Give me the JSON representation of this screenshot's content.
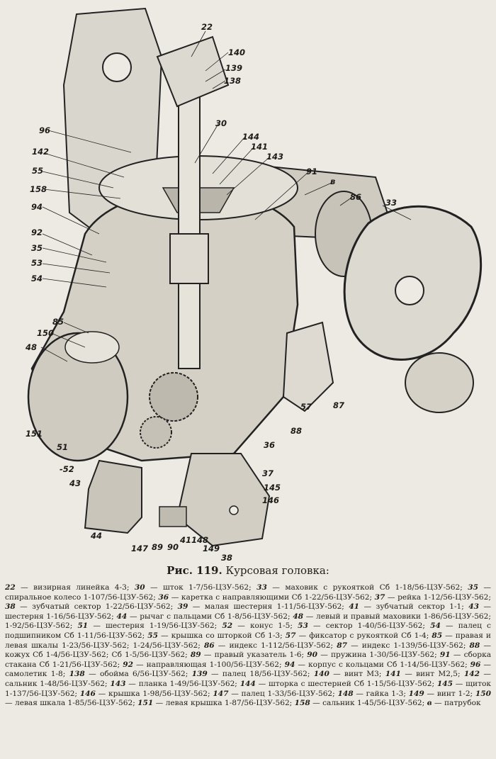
{
  "caption": {
    "number": "Рис. 119.",
    "title": "Курсовая головка:"
  },
  "callouts": [
    "22",
    "140",
    "139",
    "138",
    "96",
    "30",
    "144",
    "141",
    "143",
    "142",
    "55",
    "158",
    "91",
    "в",
    "86",
    "33",
    "94",
    "92",
    "35",
    "53",
    "54",
    "85",
    "150",
    "48",
    "151",
    "51",
    "-52",
    "43",
    "44",
    "147",
    "89",
    "90",
    "41",
    "148",
    "149",
    "38",
    "146",
    "145",
    "37",
    "36",
    "88",
    "57",
    "87"
  ],
  "legend": [
    {
      "code": "22",
      "text": "визирная линейка 4-3;"
    },
    {
      "code": "30",
      "text": "шток 1-7/56-ЦЗУ-562;"
    },
    {
      "code": "33",
      "text": "маховик с рукояткой Сб 1-18/56-ЦЗУ-562;"
    },
    {
      "code": "35",
      "text": "спиральное колесо 1-107/56-ЦЗУ-562;"
    },
    {
      "code": "36",
      "text": "каретка с направляющими Сб 1-22/56-ЦЗУ-562;"
    },
    {
      "code": "37",
      "text": "рейка 1-12/56-ЦЗУ-562;"
    },
    {
      "code": "38",
      "text": "зубчатый сектор 1-22/56-ЦЗУ-562;"
    },
    {
      "code": "39",
      "text": "малая шестерня 1-11/56-ЦЗУ-562;"
    },
    {
      "code": "41",
      "text": "зубчатый сектор 1-1;"
    },
    {
      "code": "43",
      "text": "шестерня 1-16/56-ЦЗУ-562;"
    },
    {
      "code": "44",
      "text": "рычаг с пальцами Сб 1-8/56-ЦЗУ-562;"
    },
    {
      "code": "48",
      "text": "левый и правый маховики 1-86/56-ЦЗУ-562; 1-92/56-ЦЗУ-562;"
    },
    {
      "code": "51",
      "text": "шестерня 1-19/56-ЦЗУ-562;"
    },
    {
      "code": "52",
      "text": "конус 1-5;"
    },
    {
      "code": "53",
      "text": "сектор 1-40/56-ЦЗУ-562;"
    },
    {
      "code": "54",
      "text": "палец с подшипником Сб 1-11/56-ЦЗУ-562;"
    },
    {
      "code": "55",
      "text": "крышка со шторкой Сб 1-3;"
    },
    {
      "code": "57",
      "text": "фиксатор с рукояткой Сб 1-4;"
    },
    {
      "code": "85",
      "text": "правая и левая шкалы 1-23/56-ЦЗУ-562; 1-24/56-ЦЗУ-562;"
    },
    {
      "code": "86",
      "text": "индекс 1-112/56-ЦЗУ-562;"
    },
    {
      "code": "87",
      "text": "индекс 1-139/56-ЦЗУ-562;"
    },
    {
      "code": "88",
      "text": "кожух Сб 1-4/56-ЦЗУ-562; Сб 1-5/56-ЦЗУ-562;"
    },
    {
      "code": "89",
      "text": "правый указатель 1-6;"
    },
    {
      "code": "90",
      "text": "пружина 1-30/56-ЦЗУ-562;"
    },
    {
      "code": "91",
      "text": "сборка стакана Сб 1-21/56-ЦЗУ-562;"
    },
    {
      "code": "92",
      "text": "направляющая 1-100/56-ЦЗУ-562;"
    },
    {
      "code": "94",
      "text": "корпус с кольцами Сб 1-14/56-ЦЗУ-562;"
    },
    {
      "code": "96",
      "text": "самолетик 1-8;"
    },
    {
      "code": "138",
      "text": "обойма 6/56-ЦЗУ-562;"
    },
    {
      "code": "139",
      "text": "палец 18/56-ЦЗУ-562;"
    },
    {
      "code": "140",
      "text": "винт М3;"
    },
    {
      "code": "141",
      "text": "винт М2,5;"
    },
    {
      "code": "142",
      "text": "сальник 1-48/56-ЦЗУ-562;"
    },
    {
      "code": "143",
      "text": "планка 1-49/56-ЦЗУ-562;"
    },
    {
      "code": "144",
      "text": "шторка с шестерней Сб 1-15/56-ЦЗУ-562;"
    },
    {
      "code": "145",
      "text": "щиток 1-137/56-ЦЗУ-562;"
    },
    {
      "code": "146",
      "text": "крышка 1-98/56-ЦЗУ-562;"
    },
    {
      "code": "147",
      "text": "палец 1-33/56-ЦЗУ-562;"
    },
    {
      "code": "148",
      "text": "гайка 1-3;"
    },
    {
      "code": "149",
      "text": "винт 1-2;"
    },
    {
      "code": "150",
      "text": "левая шкала 1-85/56-ЦЗУ-562;"
    },
    {
      "code": "151",
      "text": "левая крышка 1-87/56-ЦЗУ-562;"
    },
    {
      "code": "158",
      "text": "сальник 1-45/56-ЦЗУ-562;"
    },
    {
      "code": "в",
      "text": "патрубок"
    }
  ]
}
